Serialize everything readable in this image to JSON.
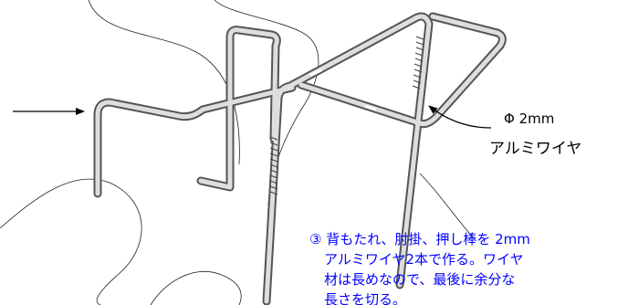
{
  "wire_spec": {
    "diameter": "Φ 2mm",
    "material": "アルミワイヤ"
  },
  "instruction": {
    "line1": "③ 背もたれ、肘掛、押し棒を 2mm",
    "line2": "アルミワイヤ2本で作る。ワイヤ",
    "line3": "材は長めなので、最後に余分な",
    "line4": "長さを切る。"
  },
  "colors": {
    "wire_outline": "#555555",
    "wire_fill": "#d6d6d6",
    "binding": "#444444",
    "note_text": "#0000ff"
  }
}
